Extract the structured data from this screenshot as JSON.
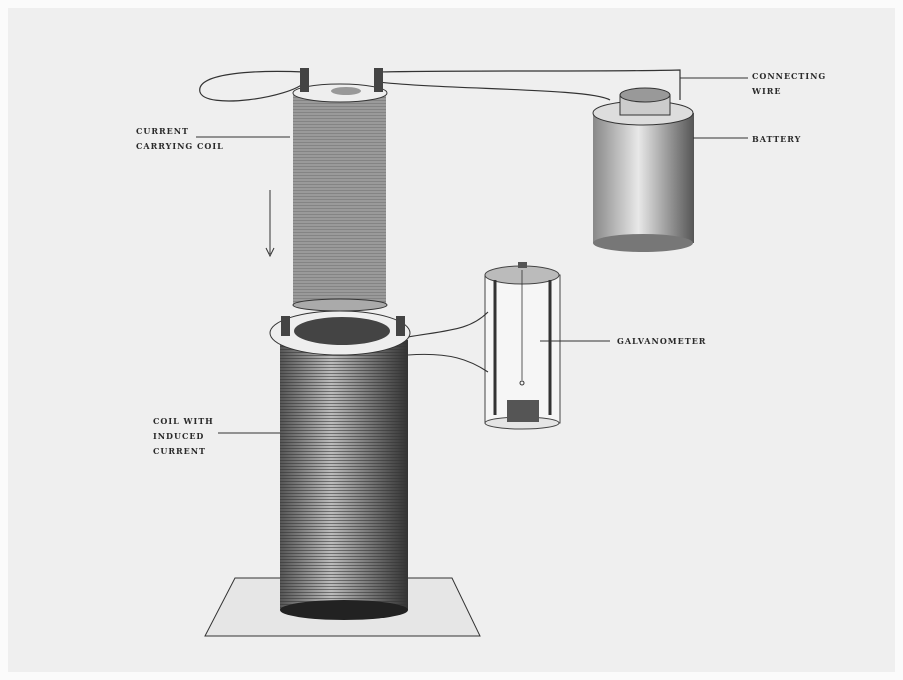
{
  "labels": {
    "current_carrying_coil": [
      "CURRENT",
      "CARRYING COIL"
    ],
    "connecting_wire": [
      "CONNECTING",
      "WIRE"
    ],
    "battery": "BATTERY",
    "galvanometer": "GALVANOMETER",
    "induced_coil": [
      "COIL WITH",
      "INDUCED",
      "CURRENT"
    ]
  },
  "colors": {
    "paper": "#efefef",
    "primary_coil": "#9a9a9a",
    "ink": "#2a2a2a"
  }
}
